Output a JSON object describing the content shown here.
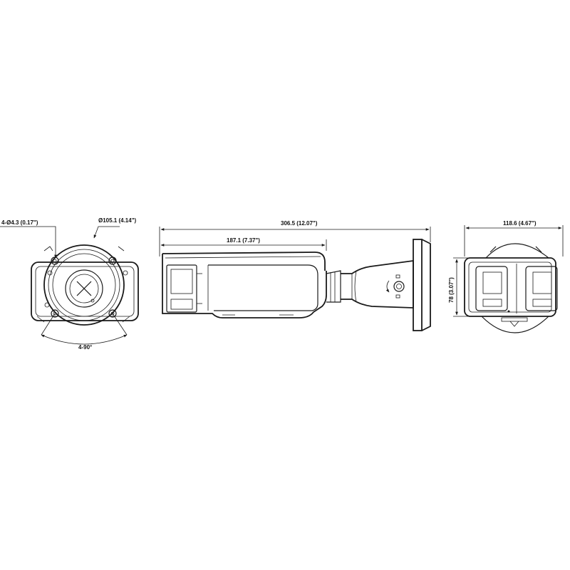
{
  "colors": {
    "line": "#1a1a1a",
    "background": "#ffffff"
  },
  "dimensions": {
    "hole_diameter": "4-Ø4.3 (0.17\")",
    "base_diameter": "Ø105.1 (4.14\")",
    "hole_angle": "4-90°",
    "total_length": "306.5 (12.07\")",
    "body_length": "187.1 (7.37\")",
    "width": "118.6 (4.67\")",
    "height": "78 (3.07\")"
  }
}
